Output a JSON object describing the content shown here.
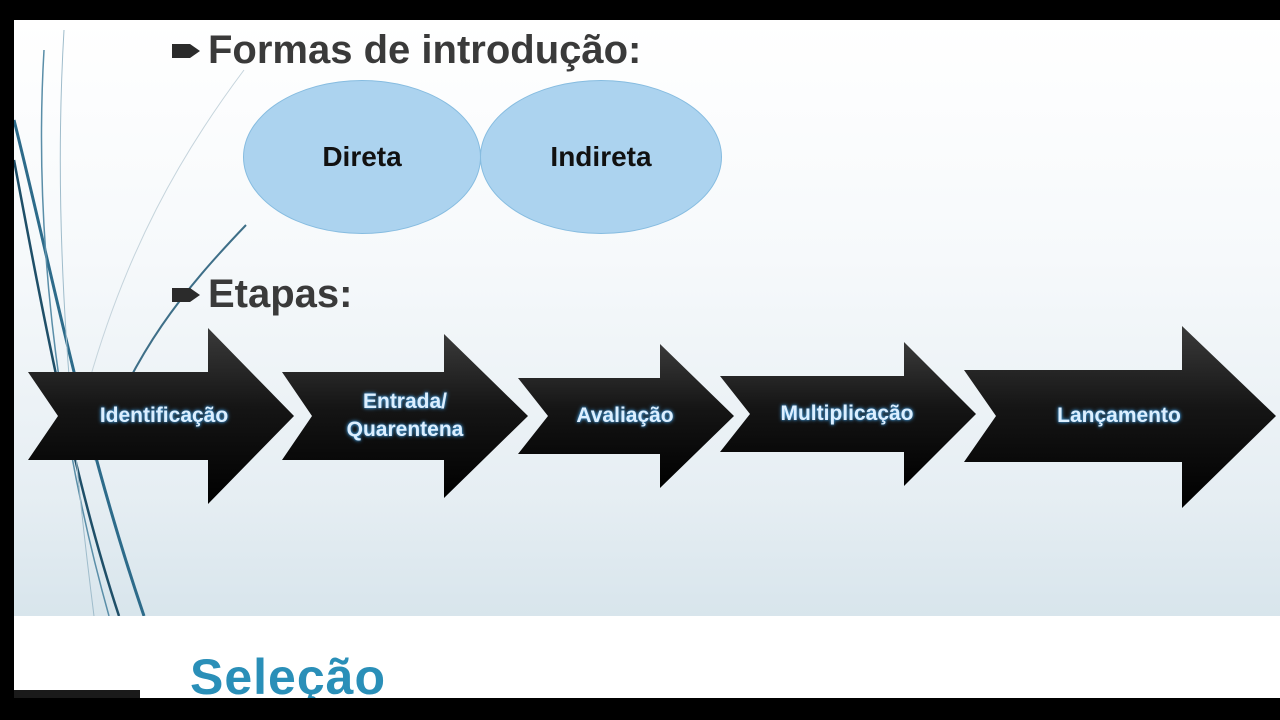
{
  "headings": {
    "forms": "Formas de introdução:",
    "steps": "Etapas:"
  },
  "forms": [
    {
      "label": "Direta"
    },
    {
      "label": "Indireta"
    }
  ],
  "steps": [
    {
      "label": "Identificação"
    },
    {
      "label": "Entrada/\nQuarentena"
    },
    {
      "label": "Avaliação"
    },
    {
      "label": "Multiplicação"
    },
    {
      "label": "Lançamento"
    }
  ],
  "footer": {
    "title": "Seleção"
  },
  "colors": {
    "ellipse_fill": "#acd3ef",
    "arrow_fill": "#111111",
    "arrow_text": "#dcefff",
    "footer_title": "#2a8fb8",
    "heading": "#3a3a3a"
  }
}
